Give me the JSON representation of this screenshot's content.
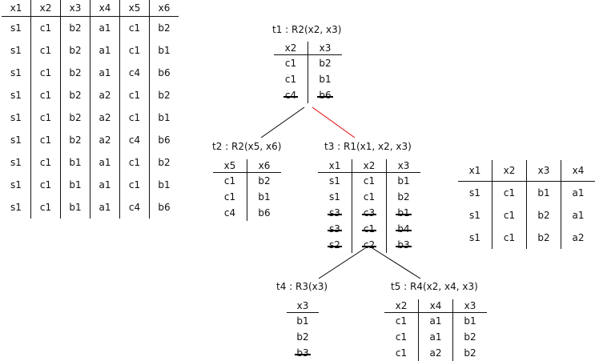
{
  "colors": {
    "edge": "#000000",
    "highlight_edge": "#e00000"
  },
  "left_table": {
    "headers": [
      "x1",
      "x2",
      "x3",
      "x4",
      "x5",
      "x6"
    ],
    "rows": [
      [
        "s1",
        "c1",
        "b2",
        "a1",
        "c1",
        "b2"
      ],
      [
        "s1",
        "c1",
        "b2",
        "a1",
        "c1",
        "b1"
      ],
      [
        "s1",
        "c1",
        "b2",
        "a1",
        "c4",
        "b6"
      ],
      [
        "s1",
        "c1",
        "b2",
        "a2",
        "c1",
        "b2"
      ],
      [
        "s1",
        "c1",
        "b2",
        "a2",
        "c1",
        "b1"
      ],
      [
        "s1",
        "c1",
        "b2",
        "a2",
        "c4",
        "b6"
      ],
      [
        "s1",
        "c1",
        "b1",
        "a1",
        "c1",
        "b2"
      ],
      [
        "s1",
        "c1",
        "b1",
        "a1",
        "c1",
        "b1"
      ],
      [
        "s1",
        "c1",
        "b1",
        "a1",
        "c4",
        "b6"
      ]
    ]
  },
  "right_table": {
    "headers": [
      "x1",
      "x2",
      "x3",
      "x4"
    ],
    "rows": [
      [
        "s1",
        "c1",
        "b1",
        "a1"
      ],
      [
        "s1",
        "c1",
        "b2",
        "a1"
      ],
      [
        "s1",
        "c1",
        "b2",
        "a2"
      ]
    ]
  },
  "nodes": {
    "t1": {
      "title": "t1 : R2(x2, x3)",
      "headers": [
        "x2",
        "x3"
      ],
      "rows": [
        {
          "cells": [
            "c1",
            "b2"
          ],
          "struck": false
        },
        {
          "cells": [
            "c1",
            "b1"
          ],
          "struck": false
        },
        {
          "cells": [
            "c4",
            "b6"
          ],
          "struck": true
        }
      ]
    },
    "t2": {
      "title": "t2 : R2(x5, x6)",
      "headers": [
        "x5",
        "x6"
      ],
      "rows": [
        {
          "cells": [
            "c1",
            "b2"
          ],
          "struck": false
        },
        {
          "cells": [
            "c1",
            "b1"
          ],
          "struck": false
        },
        {
          "cells": [
            "c4",
            "b6"
          ],
          "struck": false
        }
      ]
    },
    "t3": {
      "title": "t3 : R1(x1, x2, x3)",
      "headers": [
        "x1",
        "x2",
        "x3"
      ],
      "rows": [
        {
          "cells": [
            "s1",
            "c1",
            "b1"
          ],
          "struck": false
        },
        {
          "cells": [
            "s1",
            "c1",
            "b2"
          ],
          "struck": false
        },
        {
          "cells": [
            "s3",
            "c3",
            "b1"
          ],
          "struck": true
        },
        {
          "cells": [
            "s3",
            "c1",
            "b4"
          ],
          "struck": true
        },
        {
          "cells": [
            "s2",
            "c2",
            "b3"
          ],
          "struck": true
        }
      ]
    },
    "t4": {
      "title": "t4 : R3(x3)",
      "headers": [
        "x3"
      ],
      "rows": [
        {
          "cells": [
            "b1"
          ],
          "struck": false
        },
        {
          "cells": [
            "b2"
          ],
          "struck": false
        },
        {
          "cells": [
            "b3"
          ],
          "struck": true
        }
      ]
    },
    "t5": {
      "title": "t5 : R4(x2, x4, x3)",
      "headers": [
        "x2",
        "x4",
        "x3"
      ],
      "rows": [
        {
          "cells": [
            "c1",
            "a1",
            "b1"
          ],
          "struck": false
        },
        {
          "cells": [
            "c1",
            "a1",
            "b2"
          ],
          "struck": false
        },
        {
          "cells": [
            "c1",
            "a2",
            "b2"
          ],
          "struck": false
        }
      ]
    }
  }
}
